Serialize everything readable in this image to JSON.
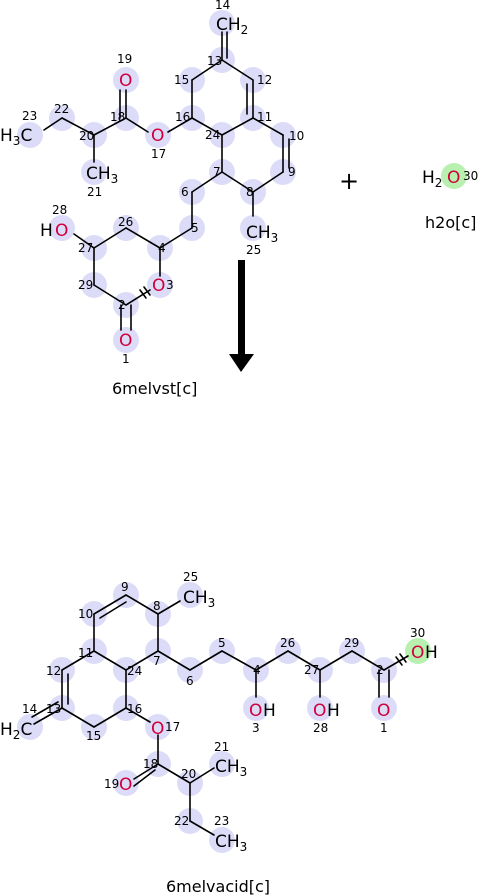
{
  "reaction": {
    "plus_sign": "+",
    "reactants": [
      {
        "name": "6melvst[c]",
        "labels": {
          "CH2_14": "CH",
          "CH2_14_sub": "2",
          "n14": "14",
          "n13": "13",
          "n12": "12",
          "n15": "15",
          "n11": "11",
          "n10": "10",
          "n9": "9",
          "n19": "19",
          "O19": "O",
          "n18": "18",
          "n16": "16",
          "n24": "24",
          "O17": "O",
          "n17": "17",
          "n23": "23",
          "n22": "22",
          "H3C_23": "H",
          "H3C_23_sub": "3",
          "H3C_23_c": "C",
          "n20": "20",
          "CH3_21": "CH",
          "CH3_21_sub": "3",
          "n21": "21",
          "n7": "7",
          "n8": "8",
          "n6": "6",
          "n5": "5",
          "n4": "4",
          "CH3_25": "CH",
          "CH3_25_sub": "3",
          "n25": "25",
          "n28": "28",
          "H28": "H",
          "O28": "O",
          "n27": "27",
          "n26": "26",
          "n29": "29",
          "O3": "O",
          "n3": "3",
          "n2": "2",
          "O1": "O",
          "n1": "1"
        }
      },
      {
        "name": "h2o[c]",
        "labels": {
          "H": "H",
          "H_sub": "2",
          "O": "O",
          "n30": "30"
        }
      }
    ],
    "products": [
      {
        "name": "6melvacid[c]",
        "labels": {
          "n9": "9",
          "n10": "10",
          "n25": "25",
          "CH3_25": "CH",
          "CH3_25_sub": "3",
          "n8": "8",
          "n12": "12",
          "n11": "11",
          "n7": "7",
          "n24": "24",
          "n5": "5",
          "n6": "6",
          "n26": "26",
          "n29": "29",
          "n30": "30",
          "OH30_O": "O",
          "OH30_H": "H",
          "n4": "4",
          "n27": "27",
          "n2": "2",
          "n14": "14",
          "H2C_14": "H",
          "H2C_14_sub": "2",
          "H2C_14_c": "C",
          "n13": "13",
          "n16": "16",
          "n15": "15",
          "O17": "O",
          "n17": "17",
          "OH3_O": "O",
          "OH3_H": "H",
          "n3": "3",
          "OH28_O": "O",
          "OH28_H": "H",
          "n28": "28",
          "O1": "O",
          "n1": "1",
          "n21": "21",
          "CH3_21": "CH",
          "CH3_21_sub": "3",
          "n18": "18",
          "n20": "20",
          "n19": "19",
          "O19": "O",
          "n22": "22",
          "n23": "23",
          "CH3_23": "CH",
          "CH3_23_sub": "3"
        }
      }
    ]
  },
  "colors": {
    "atom_highlight": "#dcdcf8",
    "water_highlight": "#b8f0b0",
    "oxygen": "#d0003a"
  }
}
